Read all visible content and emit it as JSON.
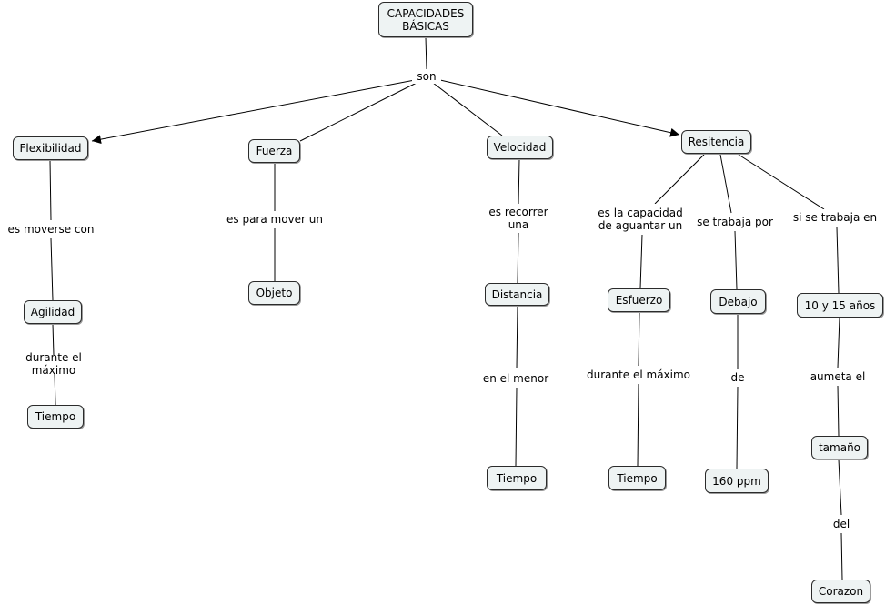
{
  "nodes": {
    "root": "CAPACIDADES\nBÁSICAS",
    "flexibilidad": "Flexibilidad",
    "fuerza": "Fuerza",
    "velocidad": "Velocidad",
    "resitencia": "Resitencia",
    "agilidad": "Agilidad",
    "tiempo_flex": "Tiempo",
    "objeto": "Objeto",
    "distancia": "Distancia",
    "tiempo_vel": "Tiempo",
    "esfuerzo": "Esfuerzo",
    "tiempo_res": "Tiempo",
    "debajo": "Debajo",
    "ppm": "160 ppm",
    "anios": "10 y 15 años",
    "tamano": "tamaño",
    "corazon": "Corazon"
  },
  "links": {
    "son": "son",
    "moverse": "es moverse con",
    "maximo_flex": "durante el máximo",
    "mover_un": "es para mover un",
    "recorrer": "es recorrer\nuna",
    "menor": "en el menor",
    "capacidad": "es la capacidad\nde aguantar un",
    "maximo_res": "durante el máximo",
    "trabaja_por": "se trabaja por",
    "de": "de",
    "trabaja_en": "si se trabaja en",
    "aumeta": "aumeta el",
    "del": "del"
  }
}
